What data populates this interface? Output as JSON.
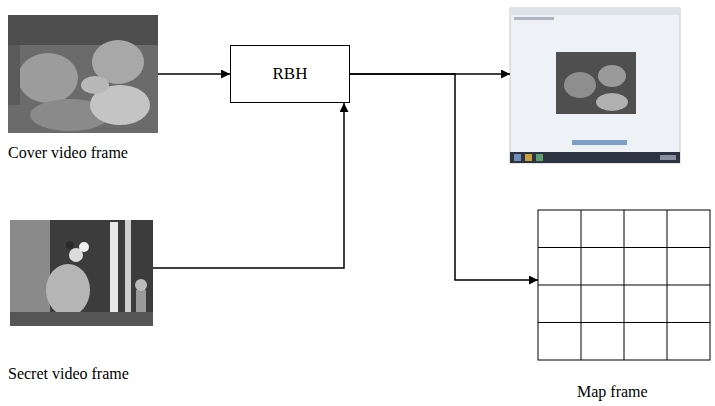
{
  "diagram": {
    "nodes": [
      {
        "text": [
          "Cover video frame"
        ]
      },
      {
        "text": [
          "Secret video frame"
        ]
      },
      {
        "text": [
          "RBH"
        ]
      },
      {
        "text": []
      },
      {
        "text": [
          "Map frame"
        ]
      }
    ],
    "edges": [
      {
        "from": 0,
        "to": 2,
        "arrow": "to"
      },
      {
        "from": 1,
        "to": 2,
        "arrow": "to"
      },
      {
        "from": 2,
        "to": 3,
        "arrow": "to"
      },
      {
        "from": 2,
        "to": 4,
        "arrow": "to"
      }
    ]
  }
}
